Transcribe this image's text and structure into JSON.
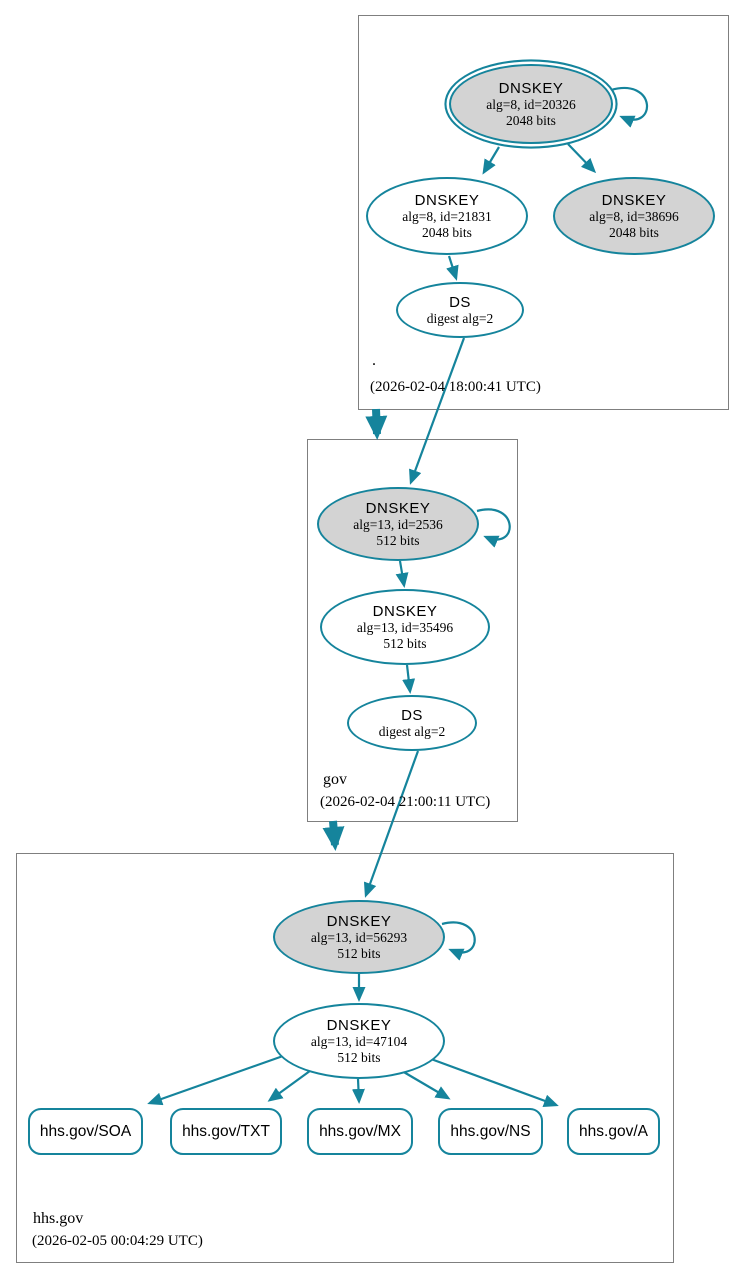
{
  "diagram_type": "dnssec-authentication-chain",
  "colors": {
    "accent": "#15849c",
    "node_fill": "#ffffff",
    "ksk_fill": "#d3d3d3",
    "zone_box_border": "#7f7f7f",
    "text": "#000000"
  },
  "zones": [
    {
      "label": ".",
      "timestamp": "(2026-02-04 18:00:41 UTC)",
      "nodes": {
        "ksk": {
          "title": "DNSKEY",
          "meta1": "alg=8, id=20326",
          "meta2": "2048 bits"
        },
        "zsk": {
          "title": "DNSKEY",
          "meta1": "alg=8, id=21831",
          "meta2": "2048 bits"
        },
        "key2": {
          "title": "DNSKEY",
          "meta1": "alg=8, id=38696",
          "meta2": "2048 bits"
        },
        "ds": {
          "title": "DS",
          "meta1": "digest alg=2"
        }
      }
    },
    {
      "label": "gov",
      "timestamp": "(2026-02-04 21:00:11 UTC)",
      "nodes": {
        "ksk": {
          "title": "DNSKEY",
          "meta1": "alg=13, id=2536",
          "meta2": "512 bits"
        },
        "zsk": {
          "title": "DNSKEY",
          "meta1": "alg=13, id=35496",
          "meta2": "512 bits"
        },
        "ds": {
          "title": "DS",
          "meta1": "digest alg=2"
        }
      }
    },
    {
      "label": "hhs.gov",
      "timestamp": "(2026-02-05 00:04:29 UTC)",
      "nodes": {
        "ksk": {
          "title": "DNSKEY",
          "meta1": "alg=13, id=56293",
          "meta2": "512 bits"
        },
        "zsk": {
          "title": "DNSKEY",
          "meta1": "alg=13, id=47104",
          "meta2": "512 bits"
        }
      },
      "rrsets": [
        {
          "label": "hhs.gov/SOA"
        },
        {
          "label": "hhs.gov/TXT"
        },
        {
          "label": "hhs.gov/MX"
        },
        {
          "label": "hhs.gov/NS"
        },
        {
          "label": "hhs.gov/A"
        }
      ]
    }
  ]
}
